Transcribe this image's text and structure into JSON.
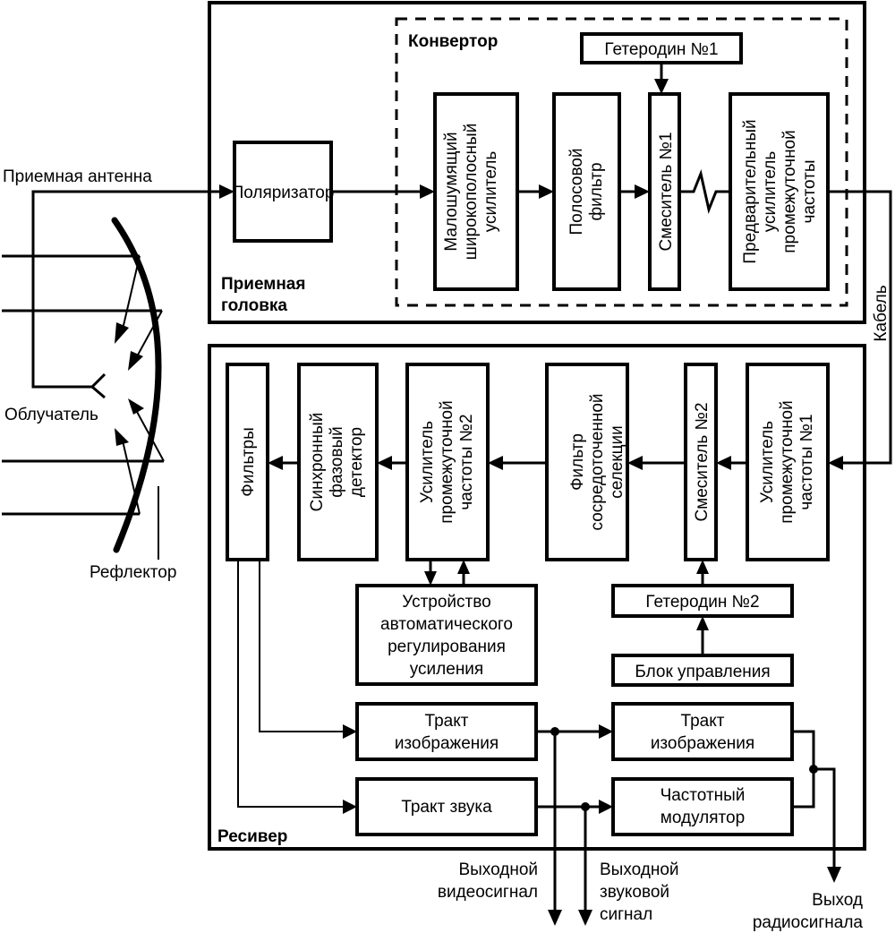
{
  "diagram": {
    "groups": {
      "head": "Приемная головка",
      "head_lines": [
        "Приемная",
        "головка"
      ],
      "converter": "Конвертор",
      "receiver": "Ресивер"
    },
    "antenna": {
      "antenna_label": "Приемная антенна",
      "feed_label": "Облучатель",
      "reflector_label": "Рефлектор",
      "cable_label": "Кабель"
    },
    "blocks": {
      "polarizer": [
        "Поляризатор"
      ],
      "lna": [
        "Малошумящий",
        "широкополосный",
        "усилитель"
      ],
      "bandpass": [
        "Полосовой",
        "фильтр"
      ],
      "mixer1": [
        "Смеситель №1"
      ],
      "lo1": [
        "Гетеродин №1"
      ],
      "preamp_if": [
        "Предварительный",
        "усилитель",
        "промежуточной",
        "частоты"
      ],
      "if_amp1": [
        "Усилитель",
        "промежуточной",
        "частоты №1"
      ],
      "mixer2": [
        "Смеситель №2"
      ],
      "lumped_filter": [
        "Фильтр",
        "сосредоточенной",
        "селекции"
      ],
      "if_amp2": [
        "Усилитель",
        "промежуточной",
        "частоты №2"
      ],
      "sync_detector": [
        "Синхронный",
        "фазовый",
        "детектор"
      ],
      "filters": [
        "Фильтры"
      ],
      "agc": [
        "Устройство",
        "автоматического",
        "регулирования",
        "усиления"
      ],
      "lo2": [
        "Гетеродин №2"
      ],
      "control": [
        "Блок управления"
      ],
      "video_path1": [
        "Тракт",
        "изображения"
      ],
      "audio_path": [
        "Тракт звука"
      ],
      "video_path2": [
        "Тракт",
        "изображения"
      ],
      "fm_modulator": [
        "Частотный",
        "модулятор"
      ]
    },
    "outputs": {
      "video": [
        "Выходной",
        "видеосигнал"
      ],
      "audio": [
        "Выходной",
        "звуковой",
        "сигнал"
      ],
      "radio": [
        "Выход",
        "радиосигнала"
      ]
    }
  }
}
